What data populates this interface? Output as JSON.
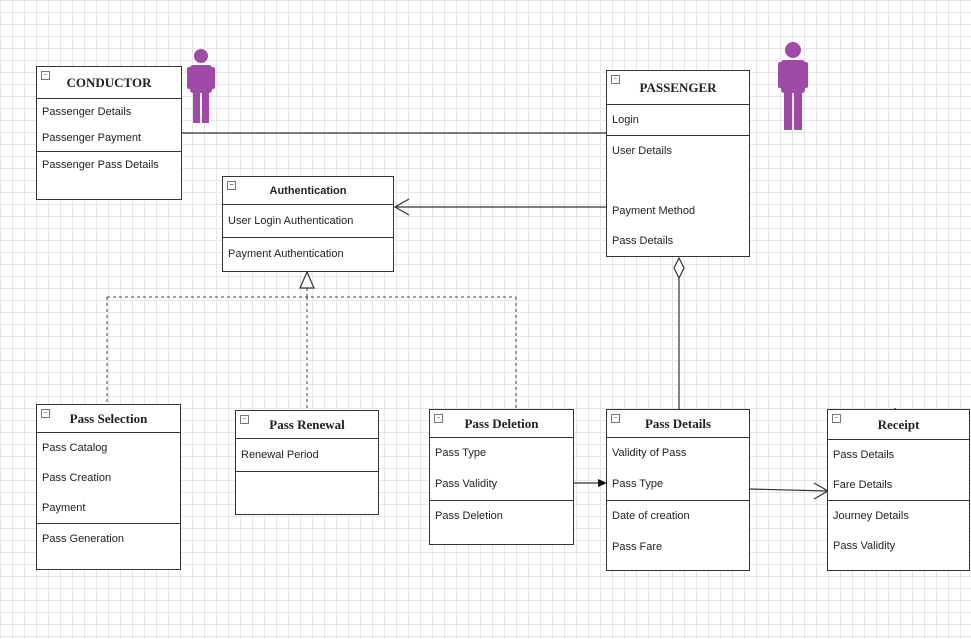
{
  "colors": {
    "actor": "#a04aa8",
    "border": "#333333",
    "grid": "#e6e6e6",
    "line": "#333333"
  },
  "actors": [
    {
      "name": "conductor-actor-icon"
    },
    {
      "name": "passenger-actor-icon"
    }
  ],
  "classes": {
    "conductor": {
      "title": "CONDUCTOR",
      "sections": [
        [
          "Passenger Details",
          "Passenger Payment"
        ],
        [
          "Passenger Pass Details"
        ]
      ]
    },
    "passenger": {
      "title": "PASSENGER",
      "sections": [
        [
          "Login"
        ],
        [
          "User Details",
          "",
          "Payment Method",
          "Pass Details"
        ]
      ]
    },
    "authentication": {
      "title": "Authentication",
      "sections": [
        [
          "User Login Authentication"
        ],
        [
          "Payment Authentication"
        ]
      ]
    },
    "pass_selection": {
      "title": "Pass Selection",
      "sections": [
        [
          "Pass Catalog",
          "Pass Creation",
          "Payment"
        ],
        [
          "Pass Generation"
        ]
      ]
    },
    "pass_renewal": {
      "title": "Pass Renewal",
      "sections": [
        [
          "Renewal Period"
        ],
        []
      ]
    },
    "pass_deletion": {
      "title": "Pass Deletion",
      "sections": [
        [
          "Pass Type",
          "Pass Validity"
        ],
        [
          "Pass Deletion"
        ]
      ]
    },
    "pass_details": {
      "title": "Pass Details",
      "sections": [
        [
          "Validity of Pass",
          "Pass Type"
        ],
        [
          "Date of creation",
          "Pass Fare"
        ]
      ]
    },
    "receipt": {
      "title": "Receipt",
      "sections": [
        [
          "Pass Details",
          "Fare Details"
        ],
        [
          "Journey Details",
          "Pass Validity"
        ]
      ]
    }
  }
}
